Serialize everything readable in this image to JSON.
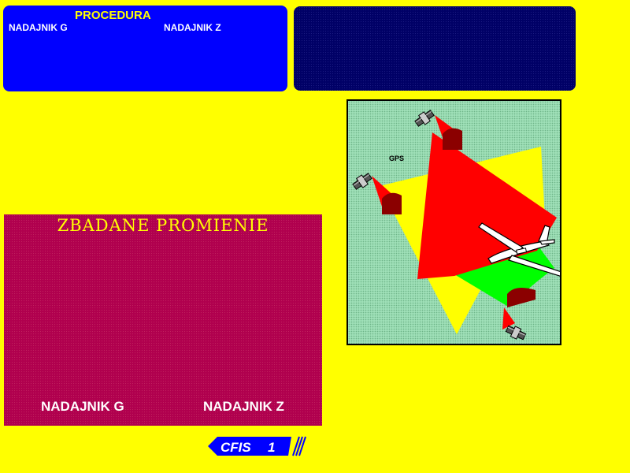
{
  "procedure_panel": {
    "title": "PROCEDURA",
    "left_label": "NADAJNIK G",
    "right_label": "NADAJNIK Z"
  },
  "main_panel": {
    "title": "ZBADANE PROMIENIE",
    "left_label": "NADAJNIK G",
    "right_label": "NADAJNIK Z"
  },
  "diagram": {
    "gps_label": "GPS"
  },
  "logo": {
    "text": "CFIS",
    "number": "1"
  },
  "colors": {
    "background": "#ffff00",
    "procedure_panel": "#0000ff",
    "navy_panel": "#000066",
    "main_panel": "#b0004e",
    "beam_red": "#ff0000",
    "beam_yellow": "#ffff00",
    "beam_green": "#00ff00",
    "transmitter": "#8b0000"
  }
}
